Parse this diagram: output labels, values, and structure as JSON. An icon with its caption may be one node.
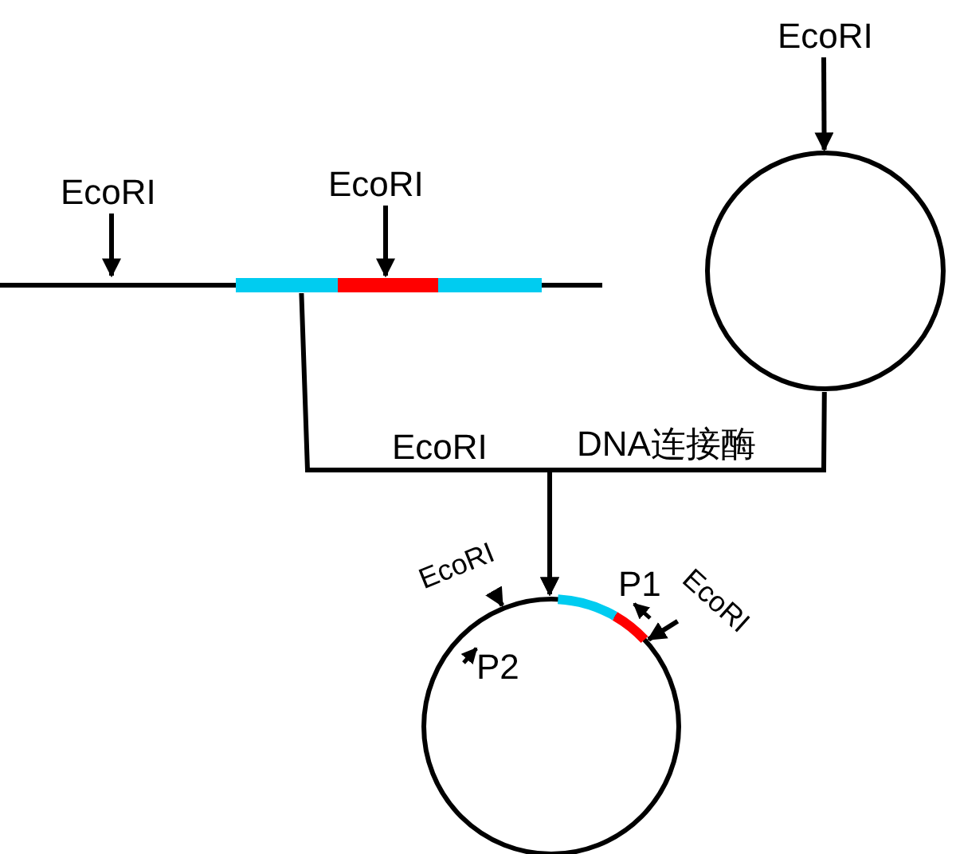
{
  "diagram": {
    "nodes": [
      {
        "text": [
          "EcoRI"
        ]
      },
      {
        "text": [
          "EcoRI"
        ]
      },
      {
        "text": [
          "EcoRI"
        ]
      },
      {
        "text": [],
        "shape": "bar"
      },
      {
        "text": [],
        "shape": "circle"
      },
      {
        "text": [],
        "shape": "circle"
      },
      {
        "text": [
          "EcoRI"
        ]
      },
      {
        "text": [
          "EcoRI"
        ]
      }
    ],
    "edges": [
      {
        "from": 0,
        "to": 3,
        "arrow": "to"
      },
      {
        "from": 1,
        "to": 3,
        "arrow": "to"
      },
      {
        "from": 2,
        "to": 4,
        "arrow": "to"
      },
      {
        "from": 3,
        "to": 5,
        "arrow": "to",
        "label": "EcoRI"
      },
      {
        "from": 4,
        "to": 5,
        "arrow": "to",
        "label": "DNA连接酶"
      },
      {
        "from": 6,
        "to": 5,
        "arrow": "to"
      },
      {
        "from": 7,
        "to": 5,
        "arrow": "to"
      }
    ],
    "labels": [
      "P1",
      "P2"
    ]
  }
}
